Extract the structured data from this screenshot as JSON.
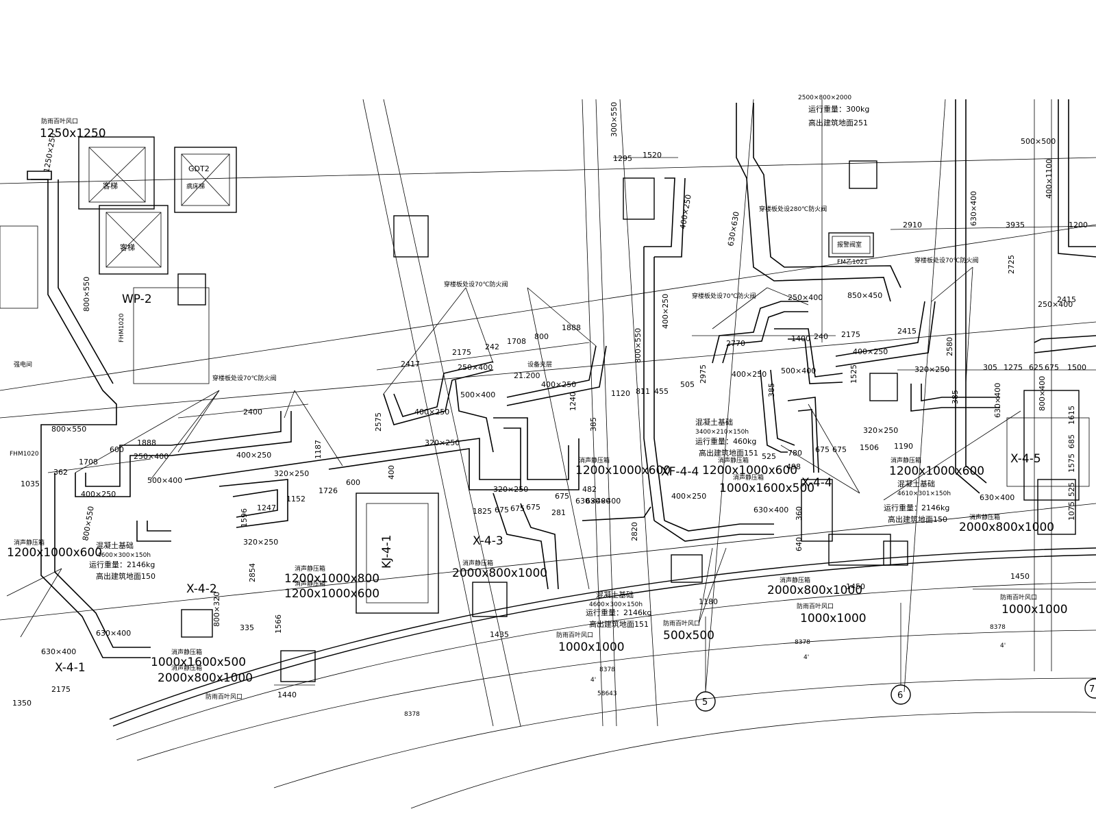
{
  "colors": {
    "line": "#000000",
    "background": "#ffffff"
  },
  "labels": {
    "louver_tl": "防雨百叶风口",
    "size_1250": "1250x1250",
    "dim_1250_250": "1250×250",
    "elevator": "客梯",
    "gdt": "GDT2",
    "sick_bed_elevator": "病床梯",
    "fhm_1020": "FHM1020",
    "fhm_1020b": "FHM1020",
    "wp2": "WP-2",
    "dim_800_550_a": "800×550",
    "dim_800_550_b": "800×550",
    "dim_800_550_c": "800×550",
    "dim_300_550": "300×550",
    "pre_room": "强电间",
    "firevalve_70_a": "穿楼板处设70℃防火阀",
    "firevalve_70_b": "穿楼板处设70℃防火阀",
    "firevalve_70_c": "穿楼板处设70℃防火阀",
    "firevalve_70_d": "穿楼板处设70℃防火阀",
    "firevalve_280": "穿楼板处设280℃防火阀",
    "d2417": "2417",
    "d2175_a": "2175",
    "d242": "242",
    "d1708_a": "1708",
    "d800": "800",
    "d1888_a": "1888",
    "d250x400_a": "250×400",
    "equip_room": "设备夹层",
    "elev_21200": "21.200",
    "d400x250_a": "400×250",
    "d500x400_a": "500×400",
    "d400x250_b": "400×250",
    "d2575": "2575",
    "d320x250_a": "320×250",
    "d1240": "1240",
    "d385_a": "385",
    "d1120": "1120",
    "d811": "811",
    "d455": "455",
    "d505": "505",
    "d2400": "2400",
    "d600_a": "600",
    "d1888_b": "1888",
    "d250x400_b": "250×400",
    "d400x250_c": "400×250",
    "d1708_b": "1708",
    "d362": "362",
    "d1035": "1035",
    "d400x250_d": "400×250",
    "d500x400_b": "500×400",
    "d320x250_b": "320×250",
    "d1187": "1187",
    "d1247": "1247",
    "d1152": "1152",
    "d1726": "1726",
    "d600_b": "600",
    "d400": "400",
    "d1596": "1596",
    "d320x250_c": "320×250",
    "d2854": "2854",
    "d335": "335",
    "d1566": "1566",
    "d1440": "1440",
    "d1435": "1435",
    "d1180": "1180",
    "d1450_a": "1450",
    "d1450_b": "1450",
    "silencer_a": "消声静压箱",
    "silencer_a_size": "1200x1000x600",
    "silencer_b": "消声静压箱",
    "silencer_b_size": "1200x1000x800",
    "silencer_c": "消声静压箱",
    "silencer_c_size": "1200x1000x600",
    "silencer_d": "消声静压箱",
    "silencer_d_size": "1200x1000x600",
    "silencer_e": "消声静压箱",
    "silencer_e_size": "1200x1000x600",
    "silencer_f": "消声静压箱",
    "silencer_f_size": "1000x1600x500",
    "silencer_g": "消声静压箱",
    "silencer_g_size": "1000x1600x500",
    "silencer_h": "消声静压箱",
    "silencer_h_size": "2000x800x1000",
    "silencer_i": "消声静压箱",
    "silencer_i_size": "2000x800x1000",
    "silencer_j": "消声静压箱",
    "silencer_j_size": "2000x800x1000",
    "silencer_k": "消声静压箱",
    "silencer_k_size": "2000x800x1000",
    "silencer_l": "消声静压箱",
    "silencer_l_size": "1200x1000x600",
    "concrete_a": "混凝土基础",
    "concrete_a_size": "4600×300×150h",
    "op_weight_a": "运行重量：2146kg",
    "above_floor_a": "高出建筑地面150",
    "concrete_b": "混凝土基础",
    "concrete_b_size": "3400×210×150h",
    "op_weight_b": "运行重量：460kg",
    "above_floor_b": "高出建筑地面151",
    "concrete_c": "混凝土基础",
    "concrete_c_size": "4600×300×150h",
    "op_weight_c": "运行重量：2146kg",
    "above_floor_c": "高出建筑地面151",
    "concrete_d": "混凝土基础",
    "concrete_d_size": "4610×301×150h",
    "op_weight_d": "运行重量：2146kg",
    "above_floor_d": "高出建筑地面150",
    "top_weight": "运行重量：300kg",
    "top_above": "高出建筑地面251",
    "top_size": "2500×800×2000",
    "unit_x41": "X-4-1",
    "unit_x42": "X-4-2",
    "unit_x43": "X-4-3",
    "unit_x44": "X-4-4",
    "unit_x45": "X-4-5",
    "unit_kj": "KJ-4-1",
    "unit_xf": "XF-4-4",
    "d630x400_a": "630×400",
    "d630x400_b": "630×400",
    "d630x400_c": "630×400",
    "d630x400_d": "630×400",
    "d630x400_e": "630×400",
    "d800x550_d": "800×550",
    "d400x250_e": "400×250",
    "d630x630": "630×630",
    "d400x250_v": "400×250",
    "d400x250_w": "400×250",
    "d1295": "1295",
    "d1520": "1520",
    "d2770": "2770",
    "d1400": "1400",
    "d240": "240",
    "d2175_b": "2175",
    "d400x250_f": "400×250",
    "d2415_a": "2415",
    "d850x450": "850×450",
    "d2975": "2975",
    "d400x250_g": "400×250",
    "d500x400_c": "500×400",
    "d385_b": "385",
    "d1525": "1525",
    "d320x250_d": "320×250",
    "d525": "525",
    "d780": "780",
    "d498": "498",
    "d675_a": "675",
    "d675_b": "675",
    "d1506": "1506",
    "d1190": "1190",
    "d360": "360",
    "d640": "640",
    "d2910": "2910",
    "d3935": "3935",
    "d1200": "1200",
    "d2725": "2725",
    "d2415_b": "2415",
    "d250x400_c": "250×400",
    "d2580": "2580",
    "d320x250_e": "320×250",
    "d305": "305",
    "d1275": "1275",
    "d625": "625",
    "d675_c": "675",
    "d1500": "1500",
    "d800x400": "800×400",
    "d1615": "1615",
    "d685": "685",
    "d1575": "1575",
    "d525b": "525",
    "d1075": "1075",
    "d630x400_f": "630×400",
    "d500x500_top": "500×500",
    "d630x400_top": "630×400",
    "d400x1100": "400×1100",
    "alarm_valve": "报警阀室",
    "fm": "FM乙1021",
    "d250x400_d": "250×400",
    "d385_c": "385",
    "louver_a": "防雨百叶风口",
    "louver_a_size": "1000x1000",
    "louver_b": "防雨百叶风口",
    "louver_b_size": "500x500",
    "louver_c": "防雨百叶风口",
    "louver_c_size": "1000x1000",
    "louver_d": "防雨百叶风口",
    "louver_d_size": "1000x1000",
    "louver_e": "防雨百叶风口",
    "grid_5": "5",
    "grid_6": "6",
    "grid_7": "7",
    "d8378_a": "8378",
    "d8378_b": "8378",
    "d8378_c": "8378",
    "d8378_d": "8378",
    "d58643": "58643",
    "d4_a": "4'",
    "d4_b": "4'",
    "d4_c": "4'",
    "d1825": "1825",
    "d675_d": "675",
    "d675_e": "675",
    "d675_f": "675",
    "d281": "281",
    "d482": "482",
    "d675_g": "675",
    "d320x250_f": "320×250",
    "d630x400_g": "630×400",
    "d2820": "2820",
    "d2175_c": "2175",
    "d1350": "1350",
    "d800x320": "800×320"
  }
}
